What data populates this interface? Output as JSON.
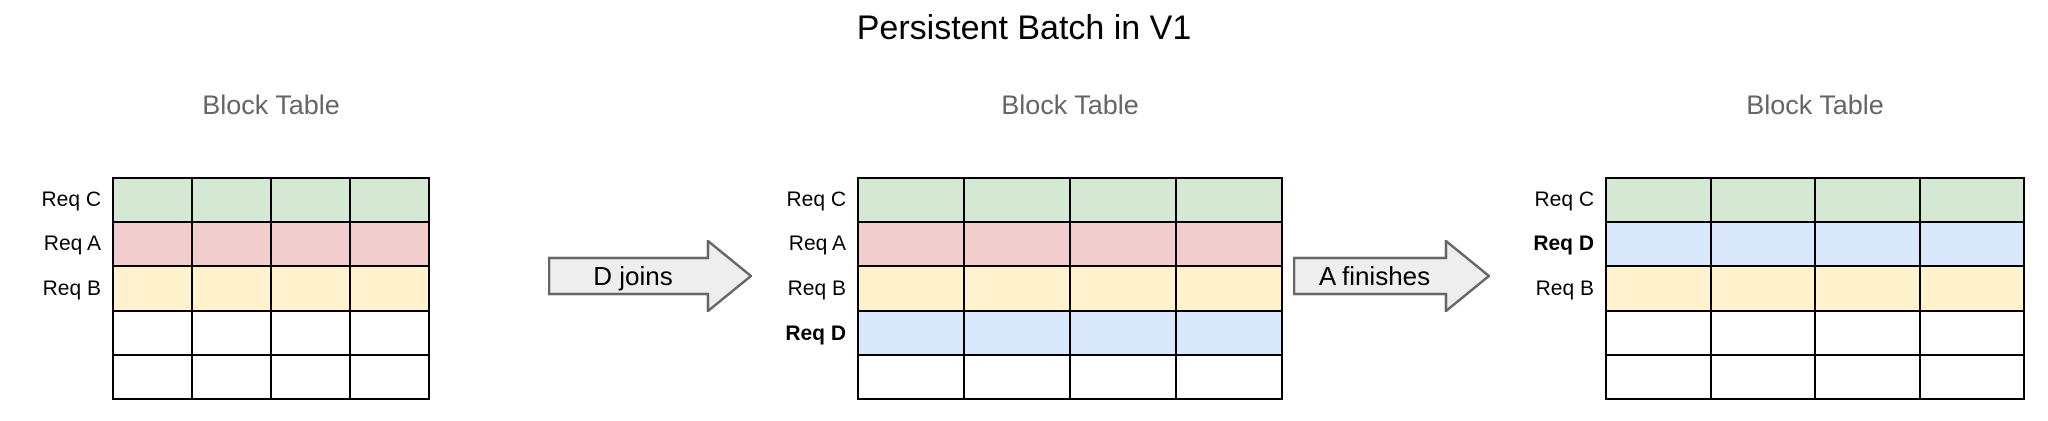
{
  "title": "Persistent Batch in V1",
  "colors": {
    "green": "#d5e8d4",
    "pink": "#f2cdcd",
    "yellow": "#fff2cc",
    "blue": "#dae8fc",
    "empty": "#ffffff",
    "grid_stroke": "#000000",
    "table_title": "#666666",
    "arrow_fill": "#eeeeee",
    "arrow_stroke": "#666666",
    "title_color": "#000000"
  },
  "stages": [
    {
      "table_title": "Block Table",
      "columns": 4,
      "rows": [
        {
          "label": "Req C",
          "bold": false,
          "color": "green"
        },
        {
          "label": "Req A",
          "bold": false,
          "color": "pink"
        },
        {
          "label": "Req B",
          "bold": false,
          "color": "yellow"
        },
        {
          "label": "",
          "bold": false,
          "color": "empty"
        },
        {
          "label": "",
          "bold": false,
          "color": "empty"
        }
      ]
    },
    {
      "table_title": "Block Table",
      "columns": 4,
      "rows": [
        {
          "label": "Req C",
          "bold": false,
          "color": "green"
        },
        {
          "label": "Req A",
          "bold": false,
          "color": "pink"
        },
        {
          "label": "Req B",
          "bold": false,
          "color": "yellow"
        },
        {
          "label": "Req D",
          "bold": true,
          "color": "blue"
        },
        {
          "label": "",
          "bold": false,
          "color": "empty"
        }
      ]
    },
    {
      "table_title": "Block Table",
      "columns": 4,
      "rows": [
        {
          "label": "Req C",
          "bold": false,
          "color": "green"
        },
        {
          "label": "Req D",
          "bold": true,
          "color": "blue"
        },
        {
          "label": "Req B",
          "bold": false,
          "color": "yellow"
        },
        {
          "label": "",
          "bold": false,
          "color": "empty"
        },
        {
          "label": "",
          "bold": false,
          "color": "empty"
        }
      ]
    }
  ],
  "arrows": [
    {
      "label": "D joins"
    },
    {
      "label": "A finishes"
    }
  ]
}
